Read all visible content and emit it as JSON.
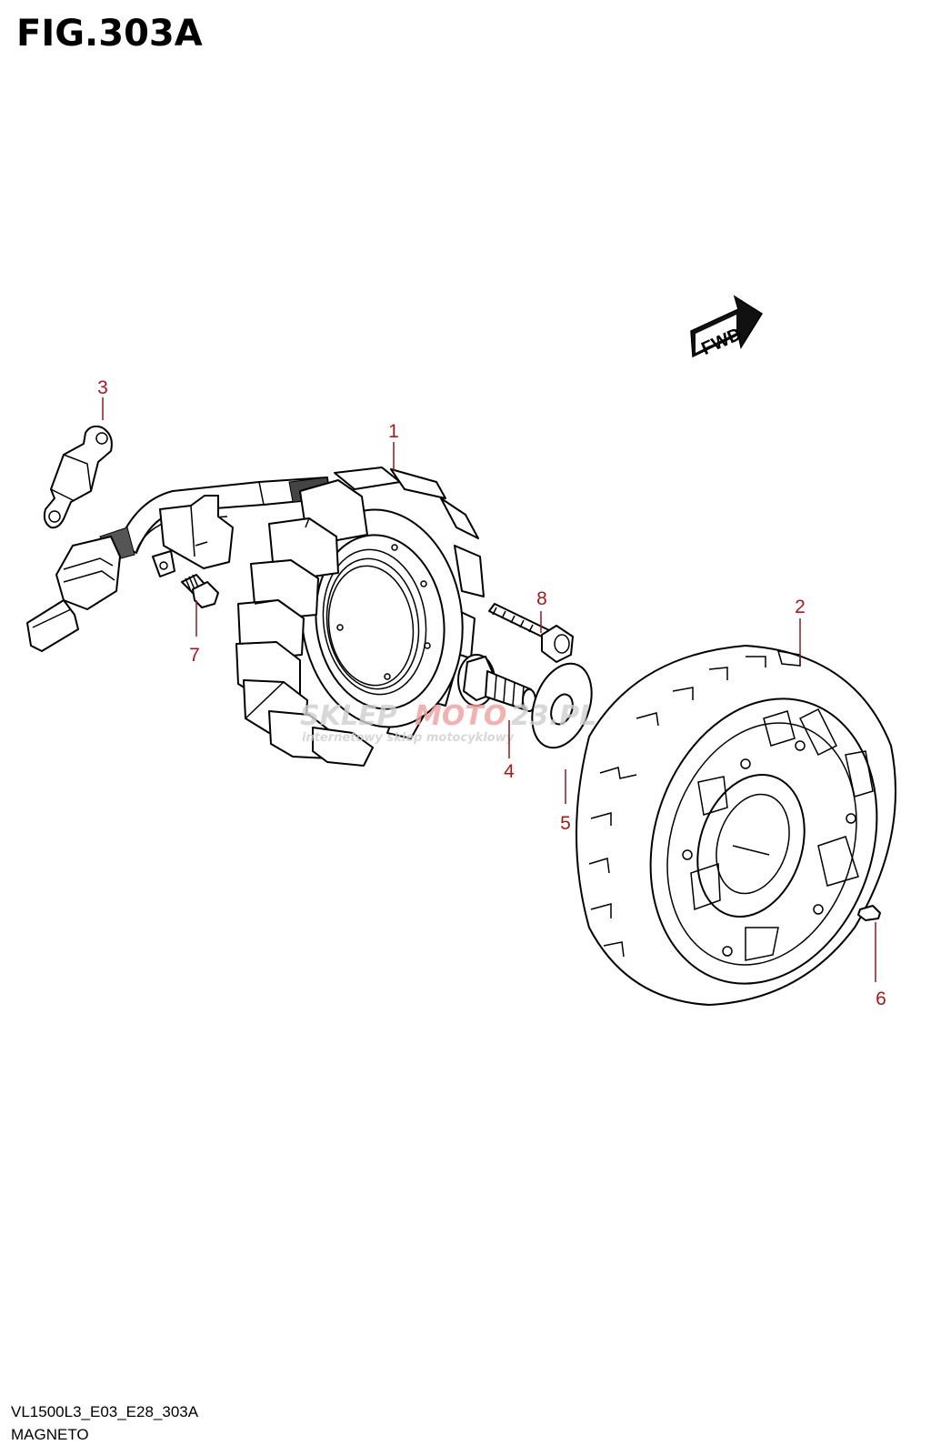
{
  "figure": {
    "title": "FIG.303A",
    "code": "VL1500L3_E03_E28_303A",
    "caption": "MAGNETO",
    "fwd_label": "FWD"
  },
  "watermark": {
    "brand_a": "SKLEP",
    "brand_b": "MOTO",
    "brand_c": "23.PL",
    "tagline": "internetowy sklep motocyklowy"
  },
  "callouts": [
    {
      "id": "1",
      "label": "1"
    },
    {
      "id": "2",
      "label": "2"
    },
    {
      "id": "3",
      "label": "3"
    },
    {
      "id": "4",
      "label": "4"
    },
    {
      "id": "5",
      "label": "5"
    },
    {
      "id": "6",
      "label": "6"
    },
    {
      "id": "7",
      "label": "7"
    },
    {
      "id": "8",
      "label": "8"
    }
  ],
  "colors": {
    "callout": "#a8191d",
    "line": "#000000",
    "background": "#ffffff"
  }
}
